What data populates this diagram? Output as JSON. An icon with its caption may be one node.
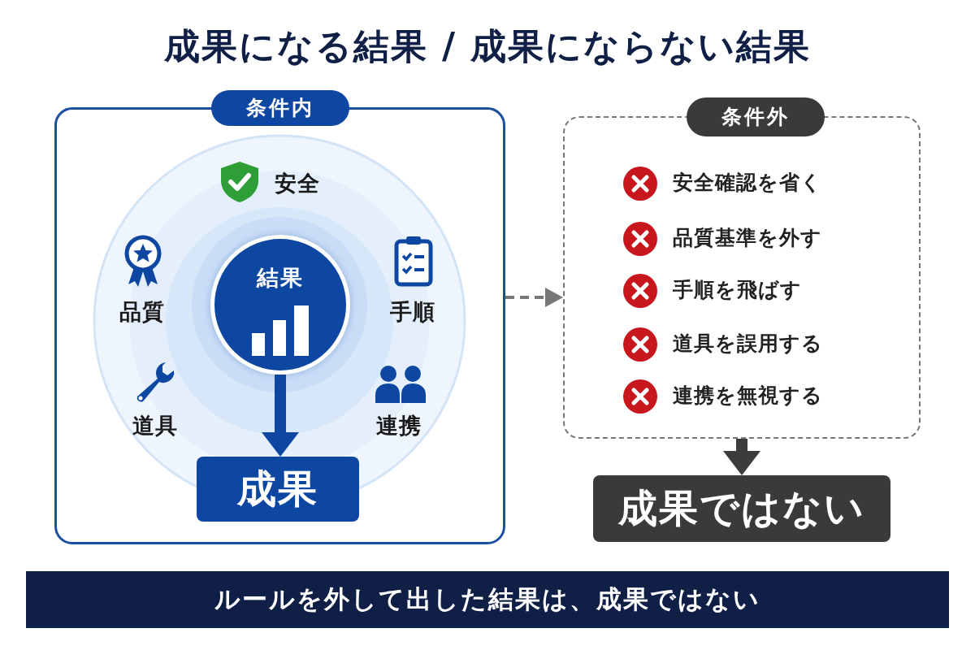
{
  "diagram": {
    "title": "成果になる結果 / 成果にならない結果",
    "nodes": [
      {
        "text": [
          "条件内"
        ]
      },
      {
        "text": [
          "結果"
        ],
        "in": 0
      },
      {
        "text": [
          "成果"
        ],
        "in": 0
      },
      {
        "text": [
          "条件外",
          "安全確認を省く",
          "品質基準を外す",
          "手順を飛ばす",
          "道具を誤用する",
          "連携を無視する"
        ]
      },
      {
        "text": [
          "成果ではない"
        ]
      },
      {
        "text": [
          "ルールを外して出した結果は、成果ではない"
        ]
      }
    ],
    "edges": [
      {
        "from": 1,
        "to": 2,
        "arrow": "to",
        "color": "#0d47a1"
      },
      {
        "from": 0,
        "to": 3,
        "arrow": "to",
        "style": "dashed",
        "color": "#777777"
      },
      {
        "from": 3,
        "to": 4,
        "arrow": "to",
        "color": "#3c3c3c"
      }
    ],
    "labels": [
      "安全",
      "品質",
      "手順",
      "道具",
      "連携"
    ]
  }
}
